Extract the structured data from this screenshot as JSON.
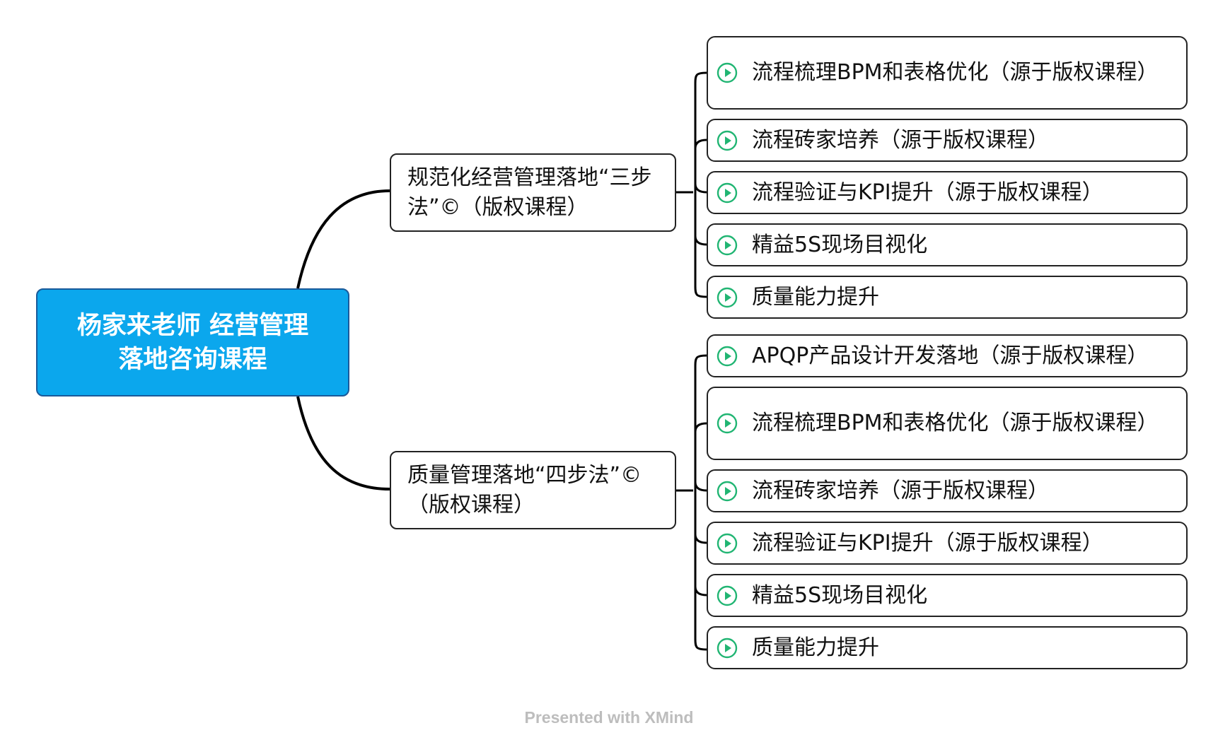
{
  "root": {
    "label": "杨家来老师 经营管理落地咨询课程"
  },
  "branches": [
    {
      "label": "规范化经营管理落地“三步法”©（版权课程）",
      "children": [
        "流程梳理BPM和表格优化（源于版权课程）",
        "流程砖家培养（源于版权课程）",
        "流程验证与KPI提升（源于版权课程）",
        "精益5S现场目视化",
        "质量能力提升"
      ]
    },
    {
      "label": "质量管理落地“四步法”©（版权课程）",
      "children": [
        "APQP产品设计开发落地（源于版权课程）",
        "流程梳理BPM和表格优化（源于版权课程）",
        "流程砖家培养（源于版权课程）",
        "流程验证与KPI提升（源于版权课程）",
        "精益5S现场目视化",
        "质量能力提升"
      ]
    }
  ],
  "footer": {
    "watermark": "Presented with XMind"
  },
  "colors": {
    "root_fill": "#0BA7ED",
    "root_border": "#1A5A9A",
    "line": "#000000",
    "marker": "#21B573"
  },
  "icons": {
    "leaf_marker": "play-circle-icon"
  }
}
